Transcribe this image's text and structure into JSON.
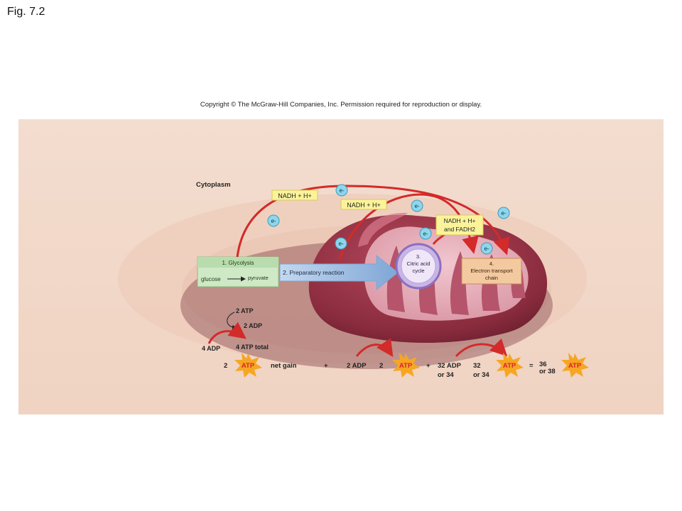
{
  "figure_label": "Fig. 7.2",
  "copyright": "Copyright © The McGraw-Hill Companies, Inc. Permission required for reproduction or display.",
  "region_label": "Cytoplasm",
  "electron_label": "e-",
  "nadh_1": "NADH + H+",
  "nadh_2": "NADH + H+",
  "nadh_fadh": {
    "line1": "NADH + H+",
    "line2": "and FADH2"
  },
  "glycolysis": {
    "title": "1. Glycolysis",
    "input": "glucose",
    "output": "pyruvate"
  },
  "preparatory": "2. Preparatory reaction",
  "citric": {
    "num": "3.",
    "line1": "Citric acid",
    "line2": "cycle"
  },
  "etc": {
    "num": "4.",
    "line1": "Electron transport",
    "line2": "chain"
  },
  "glycolysis_energy": {
    "atp_in": "2 ATP",
    "adp_out": "2 ADP",
    "adp_in": "4 ADP",
    "atp_total": "4 ATP total"
  },
  "summary": {
    "glyc_count": "2",
    "atp": "ATP",
    "net_gain": "net gain",
    "plus": "+",
    "adp_citric": "2 ADP",
    "citric_count": "2",
    "adp_etc": {
      "line1": "32 ADP",
      "line2": "or 34"
    },
    "etc_count": {
      "line1": "32",
      "line2": "or 34"
    },
    "equals": "=",
    "total": {
      "line1": "36",
      "line2": "or 38"
    }
  },
  "colors": {
    "electron_path": "#d32a2a",
    "mito_outer": "#8c2f40",
    "mito_inner": "#b9566b",
    "nadh_box": "#fbf39a",
    "glyc_box": "#cfe8c6",
    "prep_box": "#bcd2ec",
    "citric_circle": "#c9b6e6",
    "etc_box": "#f3c9a0",
    "atp_burst": "#f6a623",
    "atp_text": "#d8242a",
    "electron_bubble": "#8ed6ec"
  }
}
